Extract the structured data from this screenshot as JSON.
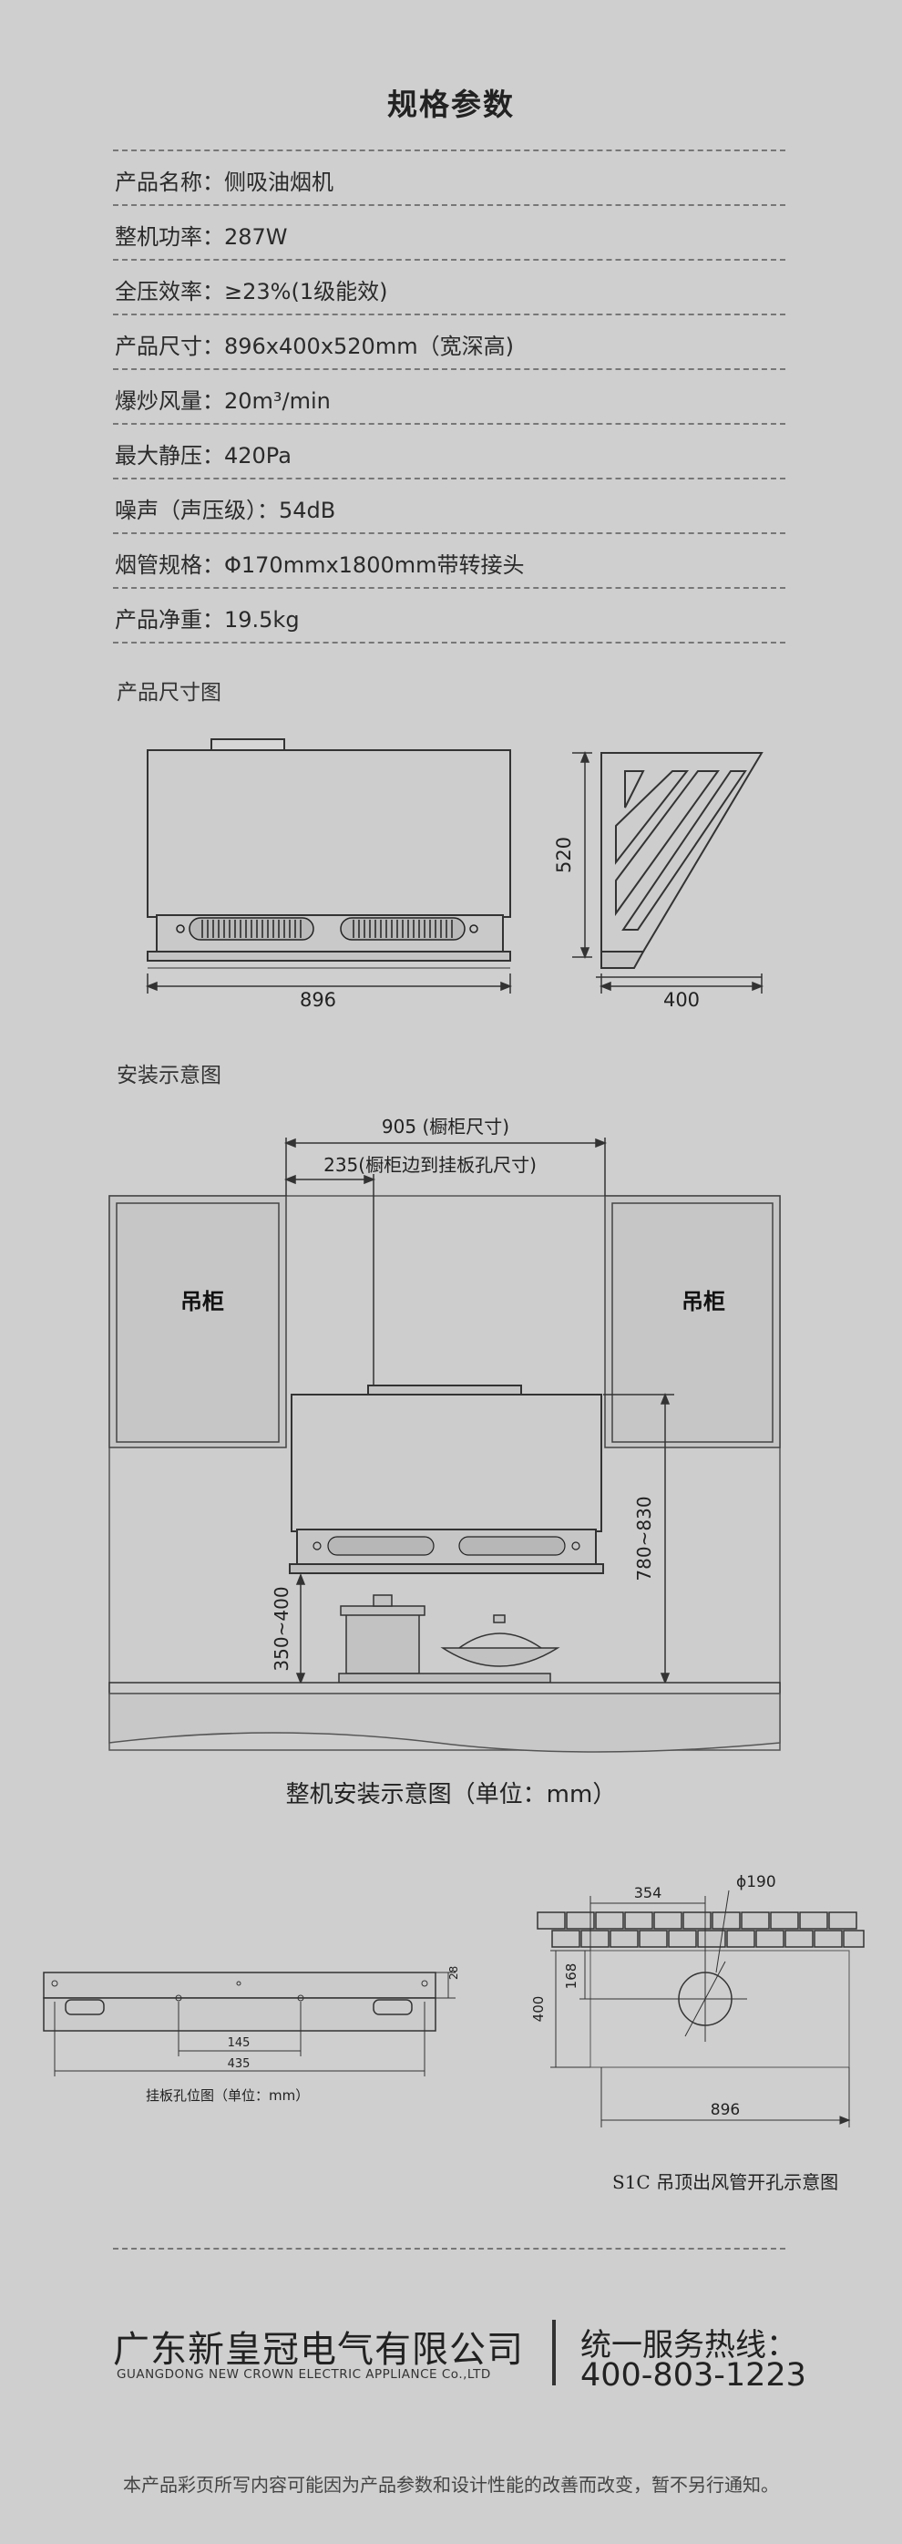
{
  "title": "规格参数",
  "specs": [
    "产品名称：侧吸油烟机",
    "整机功率：287W",
    "全压效率：≥23%(1级能效)",
    "产品尺寸：896x400x520mm（宽深高)",
    "爆炒风量：20m³/min",
    "最大静压：420Pa",
    "噪声（声压级）：54dB",
    "烟管规格：Φ170mmx1800mm带转接头",
    "产品净重：19.5kg"
  ],
  "dimension_section": {
    "label": "产品尺寸图",
    "width": "896",
    "height": "520",
    "depth": "400"
  },
  "install_section": {
    "label": "安装示意图",
    "cabinet_width": "905 (橱柜尺寸)",
    "edge_to_hole": "235(橱柜边到挂板孔尺寸)",
    "cabinet_left": "吊柜",
    "cabinet_right": "吊柜",
    "hood_height": "780~830",
    "stove_gap": "350~400",
    "caption": "整机安装示意图（单位：mm）"
  },
  "plate_section": {
    "dim_28": "28",
    "dim_145": "145",
    "dim_435": "435",
    "caption": "挂板孔位图（单位：mm）"
  },
  "duct_section": {
    "dim_354": "354",
    "dim_190": "ϕ190",
    "dim_168": "168",
    "dim_400": "400",
    "dim_896": "896",
    "caption": "S1C 吊顶出风管开孔示意图"
  },
  "footer": {
    "company": "广东新皇冠电气有限公司",
    "company_en": "GUANGDONG NEW CROWN ELECTRIC APPLIANCE Co.,LTD",
    "hotline_label": "统一服务热线：",
    "hotline": "400-803-1223",
    "disclaimer": "本产品彩页所写内容可能因为产品参数和设计性能的改善而改变，暂不另行通知。"
  },
  "colors": {
    "background": "#cfcfcf",
    "line": "#333333",
    "accent_dark": "#2a1a18"
  }
}
